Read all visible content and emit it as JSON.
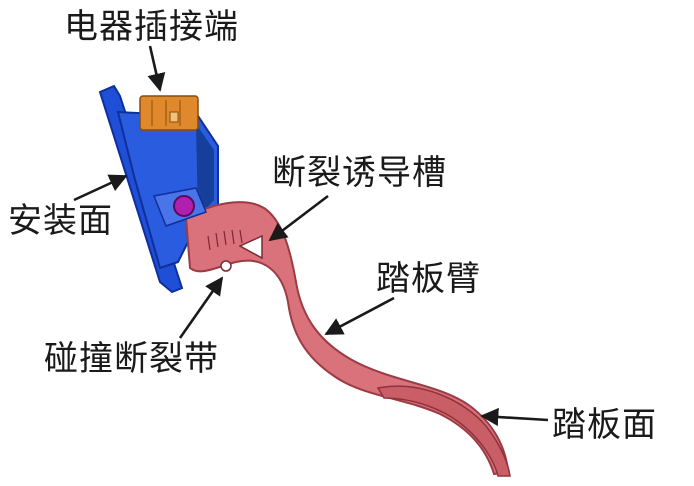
{
  "labels": {
    "connector": "电器插接端",
    "mount_face": "安装面",
    "fracture_groove": "断裂诱导槽",
    "pedal_arm": "踏板臂",
    "crash_break_band": "碰撞断裂带",
    "pedal_face": "踏板面"
  },
  "colors": {
    "bracket": "#1f4fd6",
    "bracket_dark": "#0f2f9a",
    "connector": "#e0892c",
    "arm": "#d9727a",
    "arm_edge": "#9b3b44",
    "pivot": "#b01fb0",
    "arrow": "#1a1a1a"
  }
}
